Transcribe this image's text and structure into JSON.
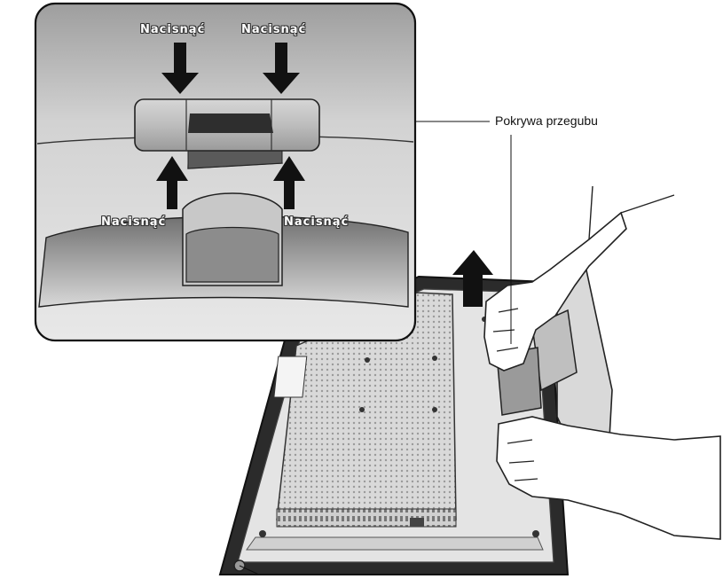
{
  "labels": {
    "press_top_left": "Nacisnąć",
    "press_top_right": "Nacisnąć",
    "press_bottom_left": "Nacisnąć",
    "press_bottom_right": "Nacisnąć",
    "hinge_cover": "Pokrywa przegubu"
  },
  "colors": {
    "line": "#1a1a1a",
    "inset_bg": "#cfcfcf",
    "monitor_frame": "#2a2a2a",
    "panel": "#e6e6e6"
  }
}
